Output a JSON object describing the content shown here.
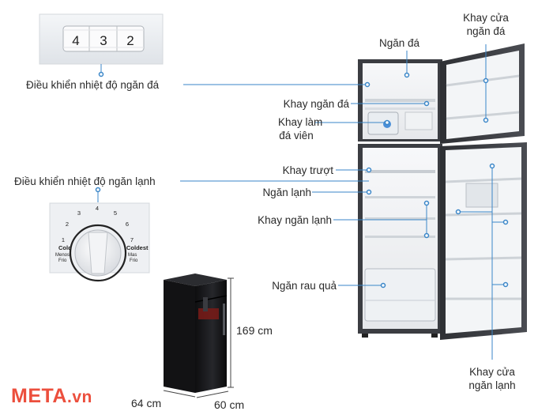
{
  "freezer_dial": {
    "numbers": [
      "4",
      "3",
      "2"
    ],
    "label": "Điều khiển nhiệt độ ngăn đá"
  },
  "fridge_dial": {
    "label": "Điều  khiển nhiệt độ ngăn lạnh",
    "ticks": [
      "1",
      "2",
      "3",
      "4",
      "5",
      "6",
      "7"
    ],
    "cold_label": "Cold",
    "cold_sub": [
      "Menos",
      "Frio"
    ],
    "coldest_label": "Coldest",
    "coldest_sub": [
      "Mas",
      "Frio"
    ]
  },
  "labels": {
    "ngan_da": "Ngăn đá",
    "khay_cua_ngan_da": [
      "Khay cửa",
      "ngăn đá"
    ],
    "khay_ngan_da": "Khay ngăn đá",
    "khay_lam_da_vien": [
      "Khay làm",
      "đá viên"
    ],
    "khay_truot": "Khay trượt",
    "ngan_lanh": "Ngăn lạnh",
    "khay_ngan_lanh": "Khay ngăn lạnh",
    "ngan_rau_qua": "Ngăn rau quả",
    "khay_cua_ngan_lanh": [
      "Khay cửa",
      "ngăn lạnh"
    ]
  },
  "dimensions": {
    "height": "169 cm",
    "depth": "64 cm",
    "width": "60 cm"
  },
  "brand": {
    "name": "META",
    "suffix": ".vn"
  },
  "colors": {
    "accent": "#ec4f3d",
    "callout_line": "#3a86c8",
    "fridge_body": "#3b3d42"
  }
}
